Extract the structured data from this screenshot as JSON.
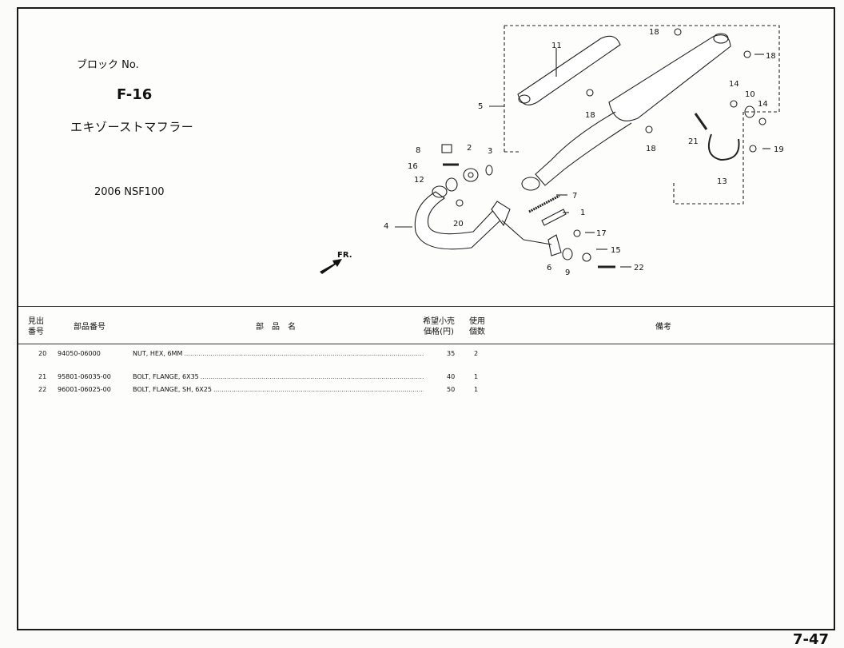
{
  "block": {
    "label": "ブロック No.",
    "code": "F-16",
    "title": "エキゾーストマフラー",
    "model": "2006 NSF100"
  },
  "diagram": {
    "part_labels": [
      "1",
      "2",
      "3",
      "4",
      "5",
      "6",
      "7",
      "8",
      "9",
      "10",
      "11",
      "12",
      "13",
      "14",
      "14",
      "15",
      "16",
      "17",
      "18",
      "18",
      "18",
      "18",
      "19",
      "20",
      "21",
      "22"
    ],
    "direction_label": "FR."
  },
  "table": {
    "headers": {
      "ref": "見出\n番号",
      "part_no": "部品番号",
      "name": "部　品　名",
      "price": "希望小売\n価格(円)",
      "qty": "使用\n個数",
      "notes": "備考"
    },
    "rows": [
      {
        "ref": "20",
        "part_no": "94050-06000",
        "name": "NUT, HEX, 6MM",
        "price": "35",
        "qty": "2"
      },
      {
        "ref": "21",
        "part_no": "95801-06035-00",
        "name": "BOLT, FLANGE, 6X35",
        "price": "40",
        "qty": "1"
      },
      {
        "ref": "22",
        "part_no": "96001-06025-00",
        "name": "BOLT, FLANGE, SH, 6X25",
        "price": "50",
        "qty": "1"
      }
    ]
  },
  "page_number": "7-47"
}
